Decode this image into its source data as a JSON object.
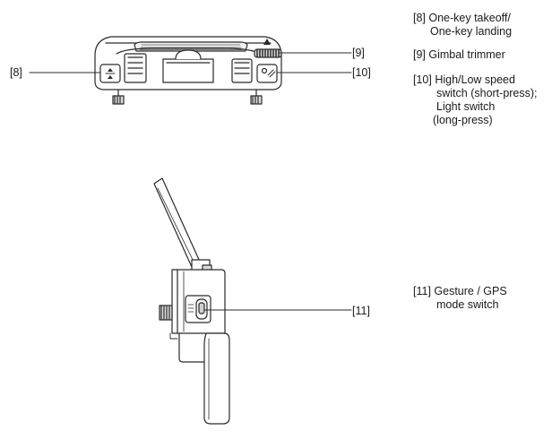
{
  "callouts": {
    "c8": "[8]",
    "c9": "[9]",
    "c10": "[10]",
    "c11": "[11]"
  },
  "legend": {
    "item8": {
      "line1": "[8] One-key takeoff/",
      "line2": "One-key landing"
    },
    "item9": {
      "line1": "[9] Gimbal trimmer"
    },
    "item10": {
      "line1": "[10] High/Low speed",
      "line2": "switch (short-press);",
      "line3": "Light switch",
      "line4": "(long-press)"
    },
    "item11": {
      "line1": "[11] Gesture / GPS",
      "line2": "mode switch"
    }
  }
}
